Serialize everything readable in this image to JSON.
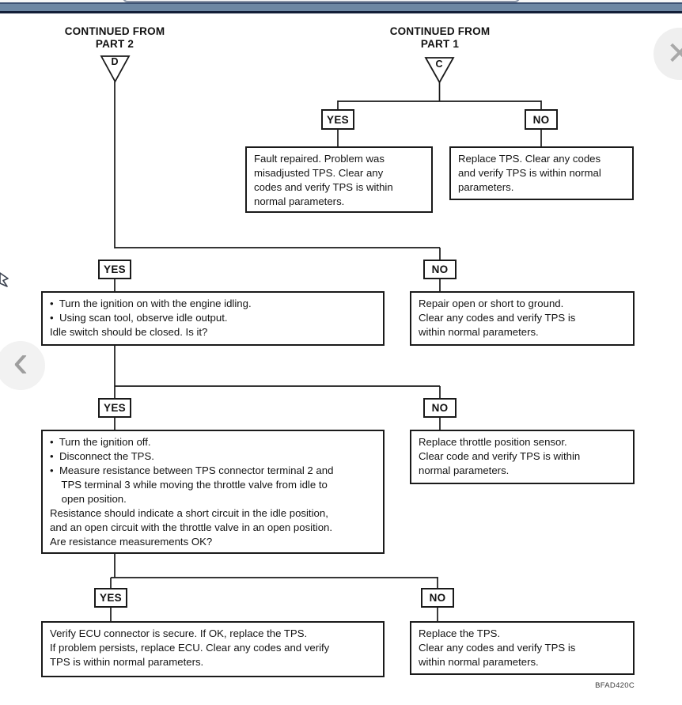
{
  "chrome": {
    "close_icon": "✕",
    "back_icon": "‹"
  },
  "flowchart": {
    "continued_from_part2": {
      "title": "CONTINUED FROM",
      "subtitle": "PART 2",
      "connector": "D"
    },
    "continued_from_part1": {
      "title": "CONTINUED FROM",
      "subtitle": "PART 1",
      "connector": "C"
    },
    "labels": {
      "yes": "YES",
      "no": "NO"
    },
    "branches": [
      {
        "yes_lines": [
          "Fault repaired. Problem was",
          "misadjusted TPS. Clear any",
          "codes and verify TPS is within",
          "normal parameters."
        ],
        "no_lines": [
          "Replace TPS. Clear any codes",
          "and verify TPS is within normal",
          "parameters."
        ]
      },
      {
        "yes_lines": [
          "•  Turn the ignition on with the engine idling.",
          "•  Using scan tool, observe idle output.",
          "Idle switch should be closed. Is it?"
        ],
        "no_lines": [
          "Repair open or short to ground.",
          "Clear any codes and verify TPS is",
          "within normal parameters."
        ]
      },
      {
        "yes_lines": [
          "•  Turn the ignition off.",
          "•  Disconnect the TPS.",
          "•  Measure resistance between TPS connector terminal 2 and",
          "    TPS terminal 3 while moving the throttle valve from idle to",
          "    open position.",
          "Resistance should indicate a short circuit in the idle position,",
          "and an open circuit with the throttle valve in an open position.",
          "Are resistance measurements OK?"
        ],
        "no_lines": [
          "Replace throttle position sensor.",
          "Clear code and verify TPS is within",
          "normal parameters."
        ]
      },
      {
        "yes_lines": [
          "Verify ECU connector is secure. If OK, replace the TPS.",
          "If problem persists, replace ECU. Clear any codes and verify",
          "TPS is within normal parameters."
        ],
        "no_lines": [
          "Replace the TPS.",
          "Clear any codes and verify TPS is",
          "within normal parameters."
        ]
      }
    ],
    "figure_ref": "BFAD420C"
  },
  "colors": {
    "top_bar": "#6d87a3",
    "top_bar_border_dark": "#121e38",
    "line_color": "#1a1a1a",
    "overlay_button_bg": "#efefef",
    "overlay_icon": "#a8a8a8"
  }
}
